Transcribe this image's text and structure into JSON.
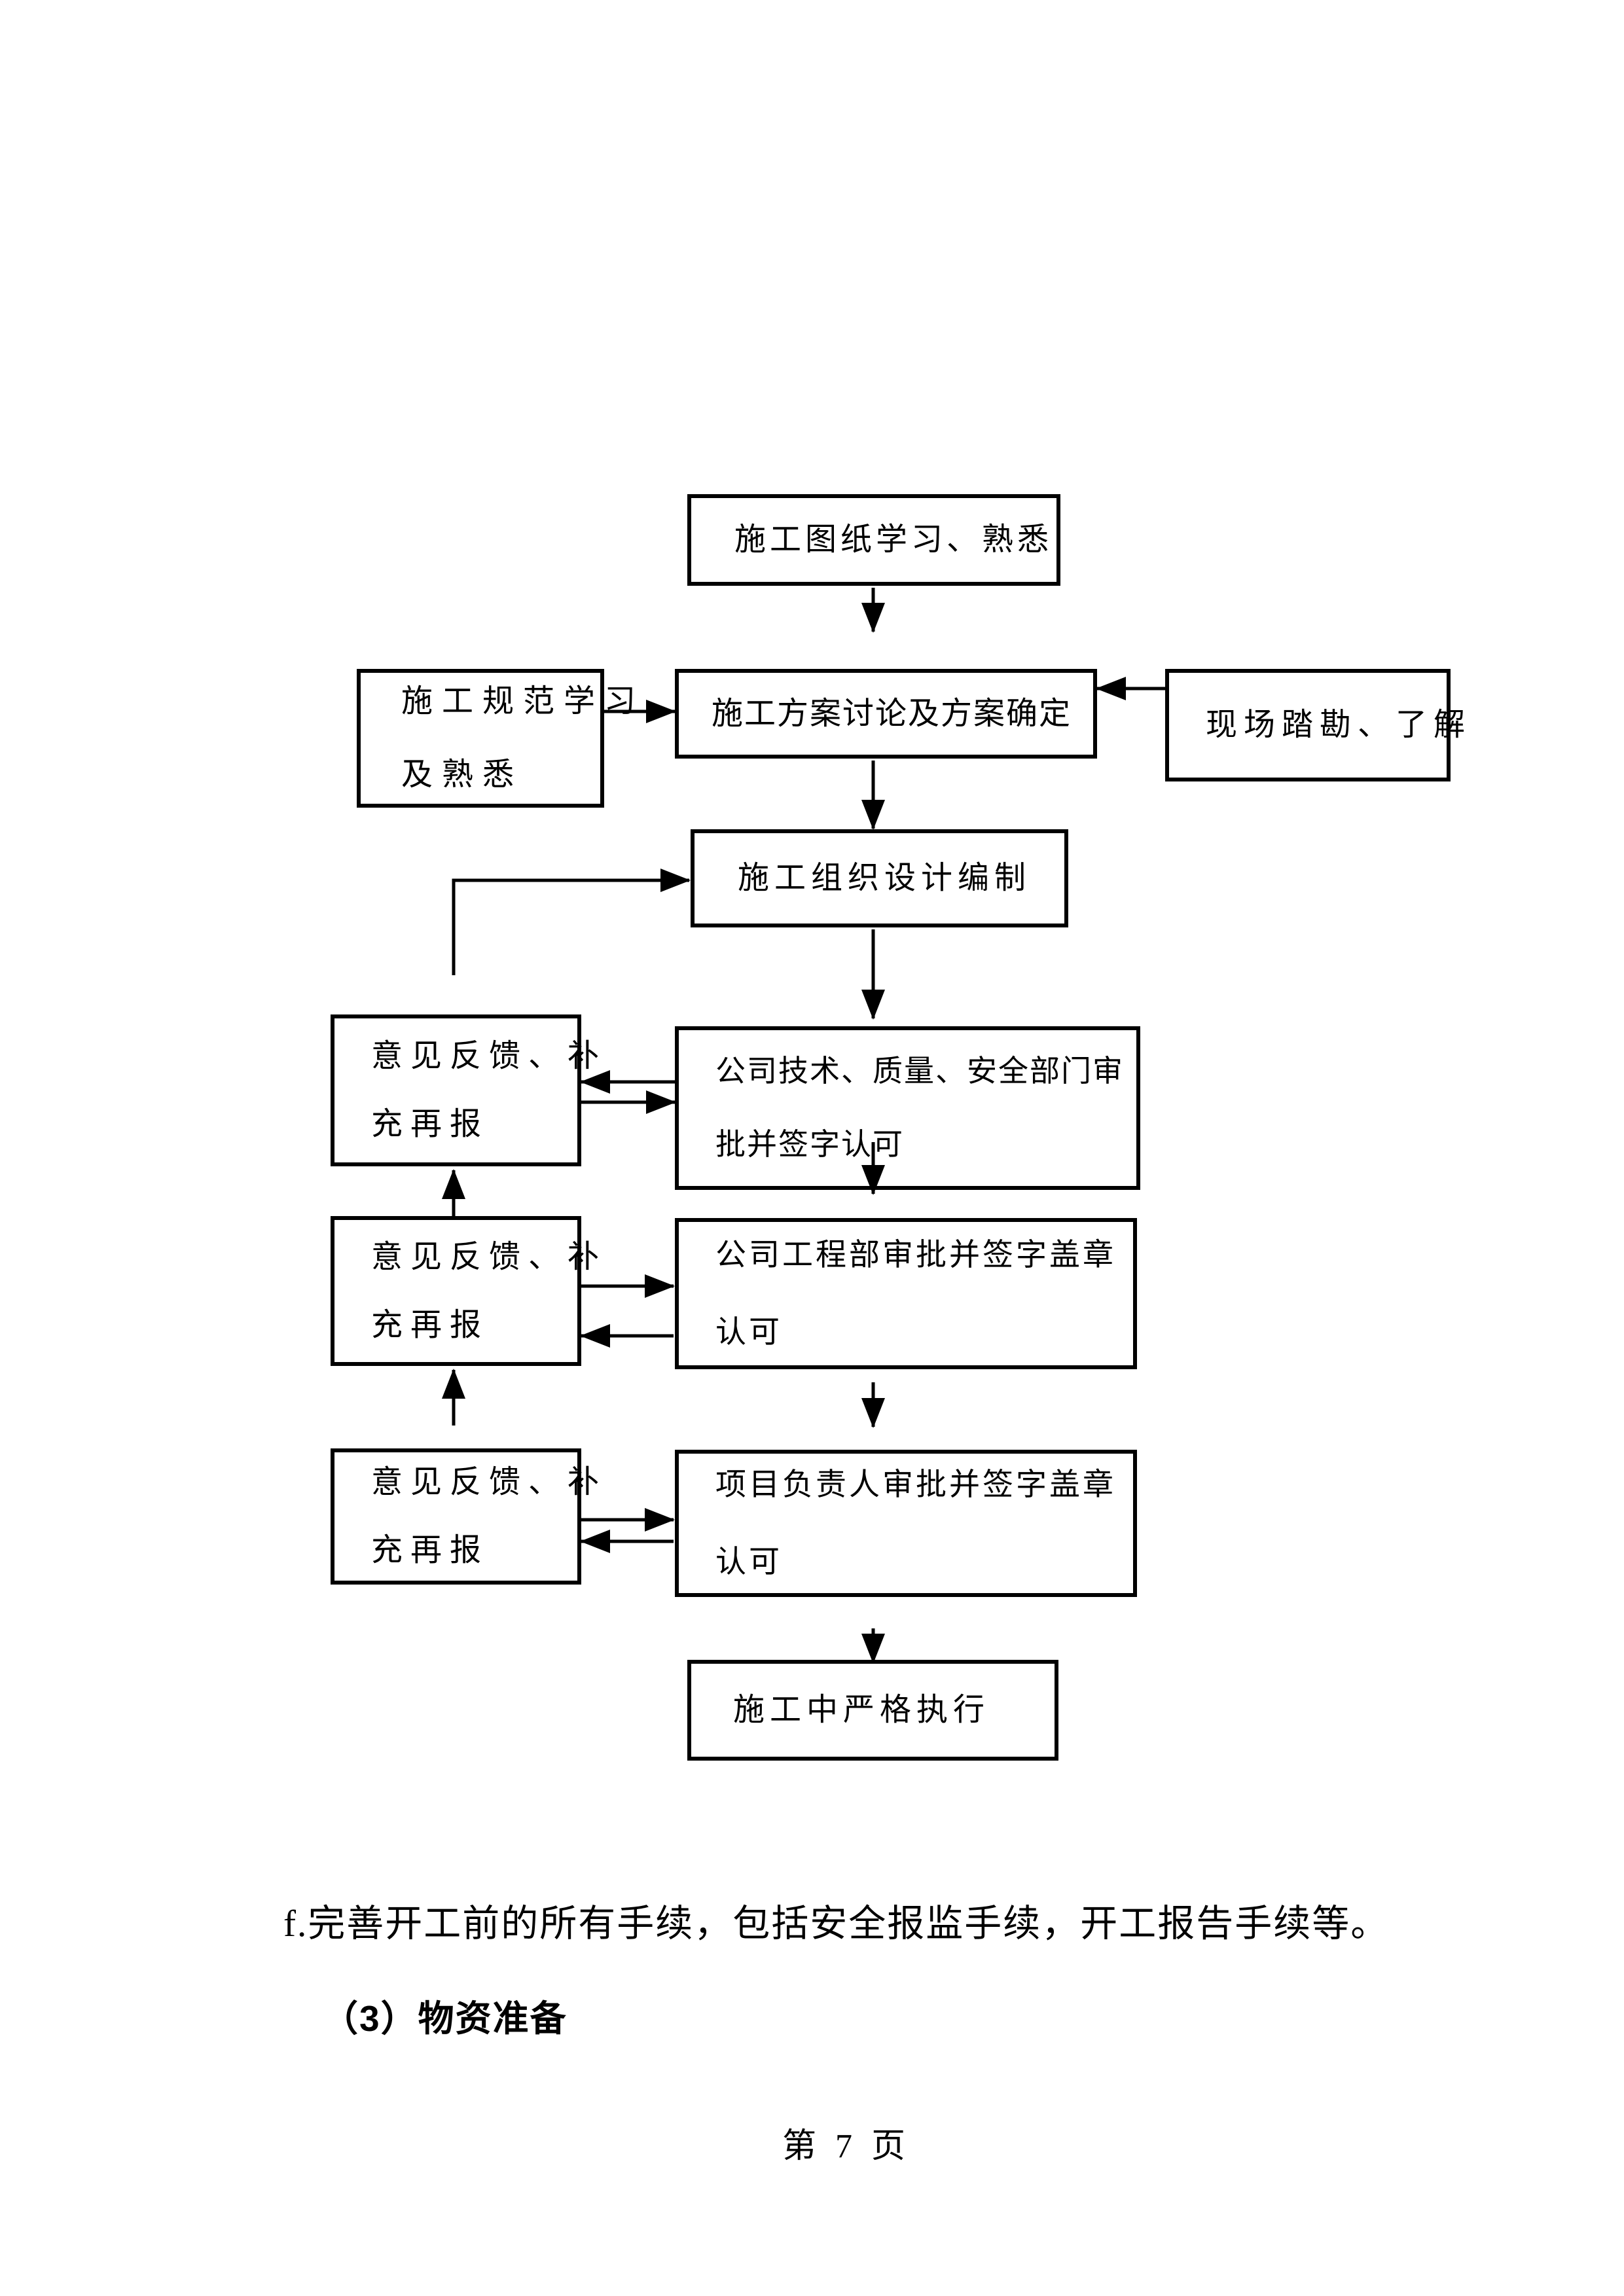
{
  "colors": {
    "ink": "#000000",
    "page_bg": "#ffffff"
  },
  "document": {
    "paragraph_f": "f.完善开工前的所有手续，包括安全报监手续，开工报告手续等。",
    "heading_3": "（3）物资准备",
    "footer": "第 7 页"
  },
  "flowchart": {
    "nodes": {
      "study_drawings": {
        "label": "施工图纸学习、熟悉"
      },
      "study_specs": {
        "line1": "施工规范学习",
        "line2": "及熟悉"
      },
      "plan_discussion": {
        "label": "施工方案讨论及方案确定"
      },
      "site_survey": {
        "label": "现场踏勘、了解"
      },
      "org_design": {
        "label": "施工组织设计编制"
      },
      "feedback_1": {
        "line1": "意见反馈、补",
        "line2": "充再报"
      },
      "approval_tech": {
        "line1": "公司技术、质量、安全部门审",
        "line2": "批并签字认可"
      },
      "feedback_2": {
        "line1": "意见反馈、补",
        "line2": "充再报"
      },
      "approval_eng": {
        "line1": "公司工程部审批并签字盖章",
        "line2": "认可"
      },
      "feedback_3": {
        "line1": "意见反馈、补",
        "line2": "充再报"
      },
      "approval_pm": {
        "line1": "项目负责人审批并签字盖章",
        "line2": "认可"
      },
      "execute": {
        "label": "施工中严格执行"
      }
    }
  }
}
